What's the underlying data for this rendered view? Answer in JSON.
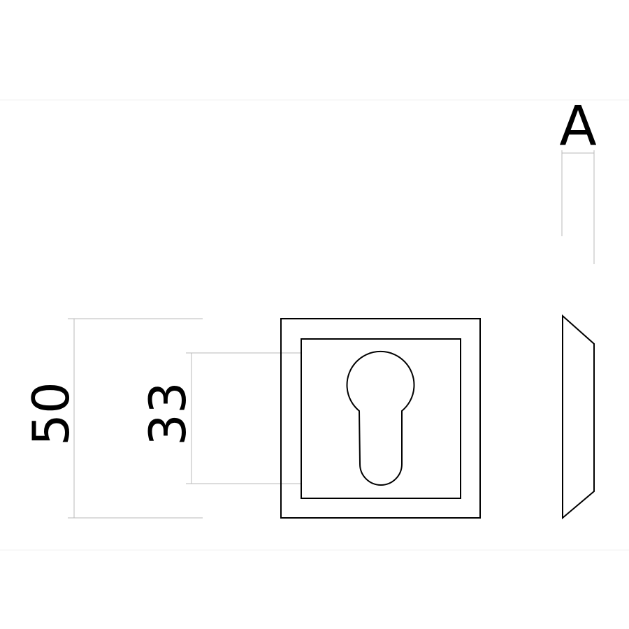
{
  "drawing": {
    "section_label": "A",
    "dimensions": {
      "outer_size": "50",
      "inner_size": "33"
    }
  }
}
